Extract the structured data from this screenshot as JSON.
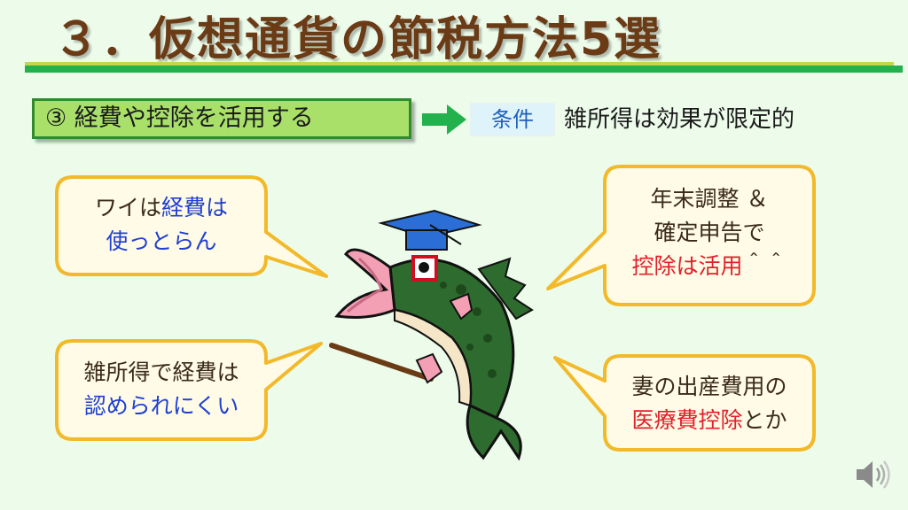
{
  "slide": {
    "title": "３．仮想通貨の節税方法5選",
    "point_label": "③ 経費や控除を活用する",
    "condition_tag": "条件",
    "condition_text": "雑所得は効果が限定的"
  },
  "bubbles": {
    "top_left": {
      "line1_a": "ワイは",
      "line1_b": "経費",
      "line1_c": "は",
      "line2": "使っとらん"
    },
    "bottom_left": {
      "line1": "雑所得で経費は",
      "line2": "認められにくい"
    },
    "top_right": {
      "line1": "年末調整 ＆",
      "line2": "確定申告で",
      "line3_a": "控除",
      "line3_b": "は",
      "line3_c": "活用",
      "line3_d": "＾＾"
    },
    "bottom_right": {
      "line1": "妻の出産費用の",
      "line2_a": "医療費控除",
      "line2_b": "とか"
    }
  },
  "colors": {
    "title": "#6b3b16",
    "accent_green": "#22b14c",
    "bubble_fill": "#fffbe6",
    "bubble_border": "#f2b92a",
    "highlight_blue": "#2040d0",
    "highlight_red": "#e0202a"
  },
  "icons": {
    "arrow": "right-arrow-icon",
    "speaker": "speaker-icon",
    "mascot": "bass-fish-with-graduation-cap"
  }
}
